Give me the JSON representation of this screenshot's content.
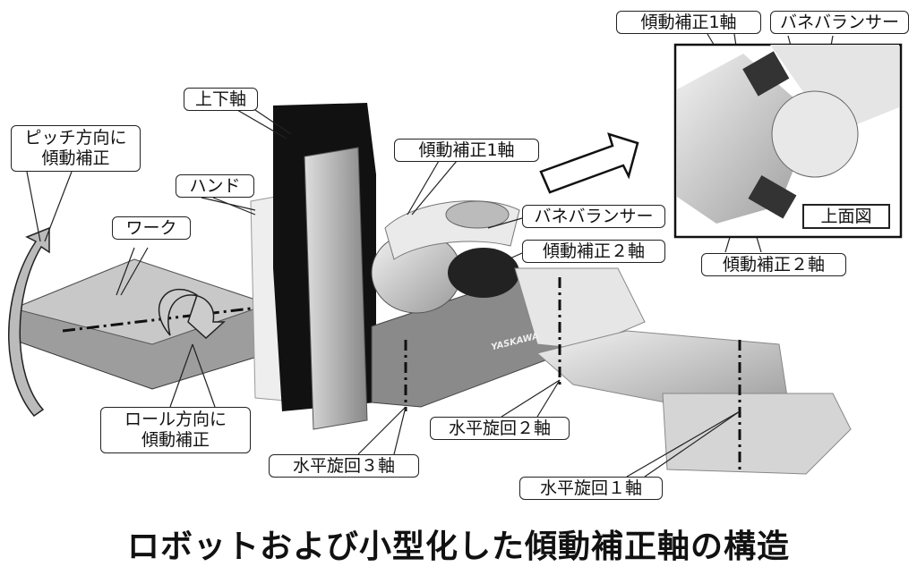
{
  "title": "ロボットおよび小型化した傾動補正軸の構造",
  "brand": "YASKAWA",
  "labels": {
    "vertical_axis": "上下軸",
    "pitch_line1": "ピッチ方向に",
    "pitch_line2": "傾動補正",
    "hand": "ハンド",
    "work": "ワーク",
    "tilt1": "傾動補正1軸",
    "spring_balancer": "バネバランサー",
    "tilt2": "傾動補正２軸",
    "roll_line1": "ロール方向に",
    "roll_line2": "傾動補正",
    "horiz2": "水平旋回２軸",
    "horiz3": "水平旋回３軸",
    "horiz1": "水平旋回１軸"
  },
  "inset": {
    "tilt1": "傾動補正1軸",
    "spring_balancer": "バネバランサー",
    "top_view": "上面図",
    "tilt2": "傾動補正２軸"
  }
}
